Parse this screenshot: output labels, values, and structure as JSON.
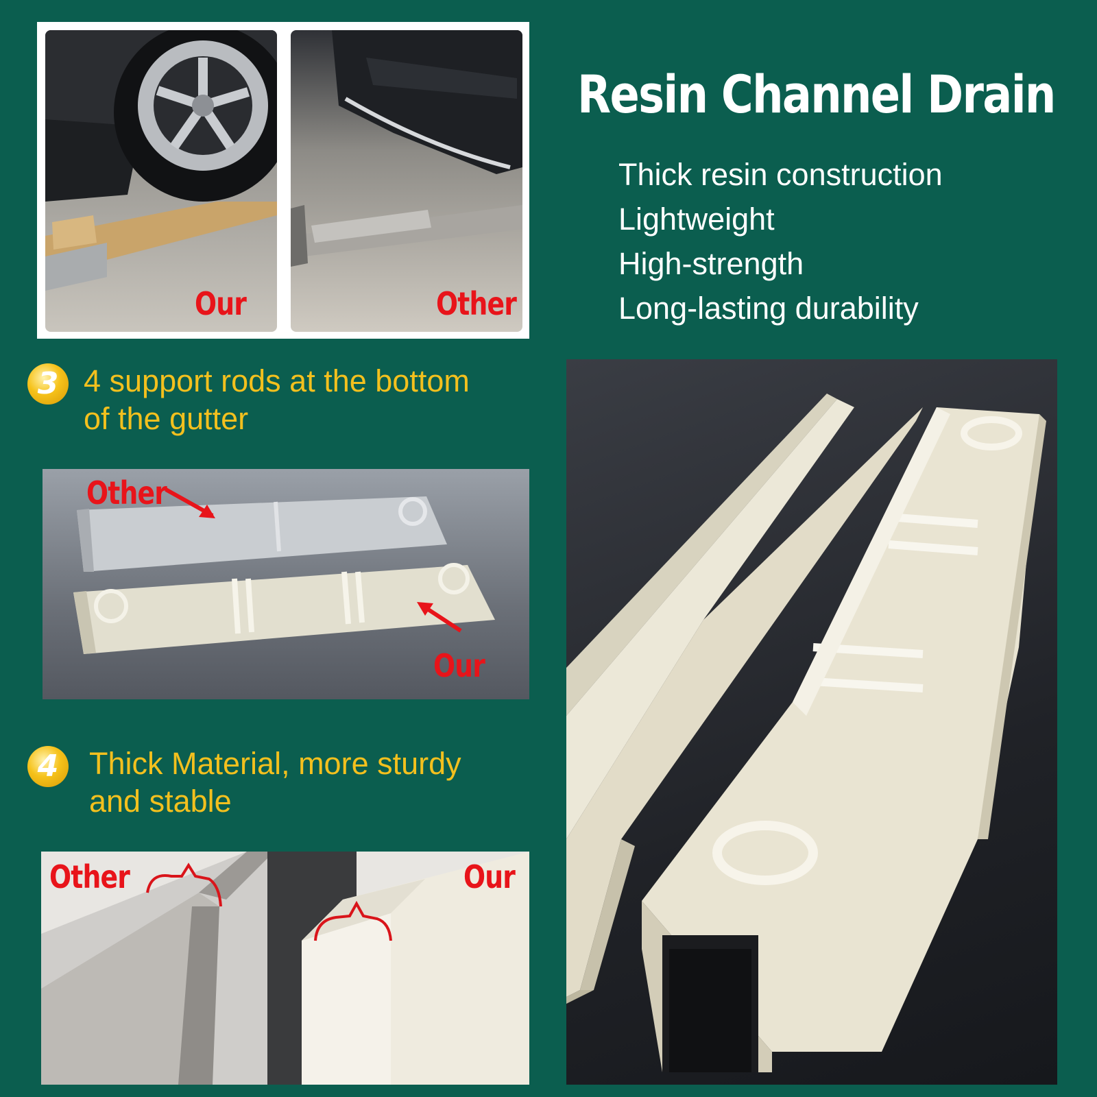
{
  "title": "Resin Channel Drain",
  "features": [
    "Thick resin construction",
    "Lightweight",
    "High-strength",
    "Long-lasting durability"
  ],
  "top_photos": {
    "our_label": "Our",
    "other_label": "Other"
  },
  "step3": {
    "number": "3",
    "text_line1": "4 support rods at the bottom",
    "text_line2": "of the gutter",
    "other_label": "Other",
    "our_label": "Our"
  },
  "step4": {
    "number": "4",
    "text_line1": "Thick Material, more sturdy",
    "text_line2": "and stable",
    "other_label": "Other",
    "our_label": "Our"
  },
  "colors": {
    "background": "#0b5e4f",
    "accent_yellow": "#f3c01e",
    "label_red": "#e8141a",
    "product": "#e7e2cf"
  }
}
